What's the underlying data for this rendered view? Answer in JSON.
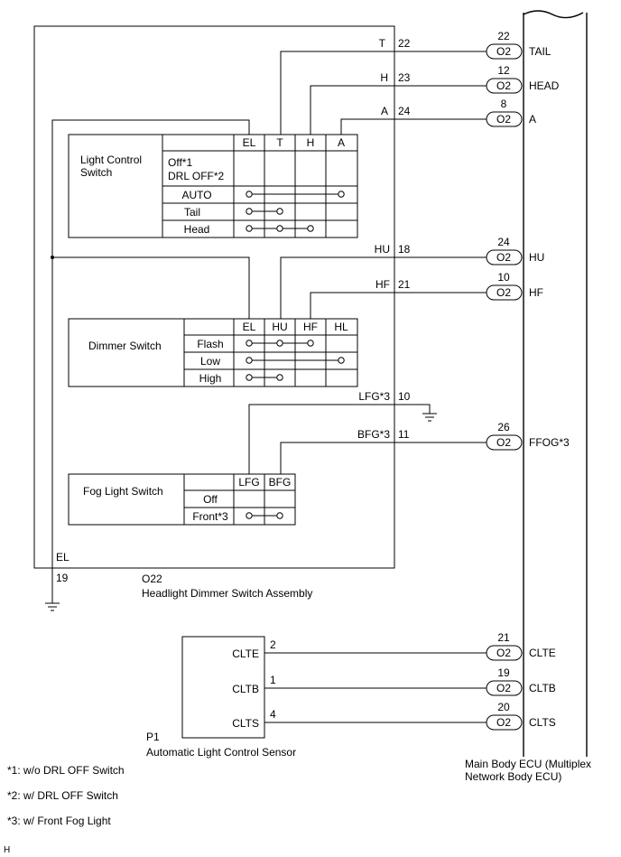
{
  "assembly": {
    "code": "O22",
    "name": "Headlight Dimmer Switch Assembly",
    "pins": [
      {
        "label": "T",
        "num": "22"
      },
      {
        "label": "H",
        "num": "23"
      },
      {
        "label": "A",
        "num": "24"
      },
      {
        "label": "HU",
        "num": "18"
      },
      {
        "label": "HF",
        "num": "21"
      },
      {
        "label": "LFG*3",
        "num": "10"
      },
      {
        "label": "BFG*3",
        "num": "11"
      },
      {
        "label": "EL",
        "num": "19"
      }
    ]
  },
  "light_control": {
    "title_1": "Light Control",
    "title_2": "Switch",
    "columns": [
      "EL",
      "T",
      "H",
      "A"
    ],
    "row_off_1": "Off*1",
    "row_off_2": "DRL OFF*2",
    "rows": [
      "AUTO",
      "Tail",
      "Head"
    ]
  },
  "dimmer": {
    "title": "Dimmer Switch",
    "columns": [
      "EL",
      "HU",
      "HF",
      "HL"
    ],
    "rows": [
      "Flash",
      "Low",
      "High"
    ]
  },
  "fog": {
    "title": "Fog Light Switch",
    "columns": [
      "LFG",
      "BFG"
    ],
    "rows": [
      "Off",
      "Front*3"
    ]
  },
  "sensor": {
    "code": "P1",
    "name": "Automatic Light Control Sensor",
    "pins": [
      {
        "label": "CLTE",
        "num": "2"
      },
      {
        "label": "CLTB",
        "num": "1"
      },
      {
        "label": "CLTS",
        "num": "4"
      }
    ]
  },
  "ecu": {
    "name_1": "Main Body ECU (Multiplex",
    "name_2": "Network Body ECU)",
    "connectors": [
      {
        "pin": "22",
        "conn": "O2",
        "signal": "TAIL"
      },
      {
        "pin": "12",
        "conn": "O2",
        "signal": "HEAD"
      },
      {
        "pin": "8",
        "conn": "O2",
        "signal": "A"
      },
      {
        "pin": "24",
        "conn": "O2",
        "signal": "HU"
      },
      {
        "pin": "10",
        "conn": "O2",
        "signal": "HF"
      },
      {
        "pin": "26",
        "conn": "O2",
        "signal": "FFOG*3"
      },
      {
        "pin": "21",
        "conn": "O2",
        "signal": "CLTE"
      },
      {
        "pin": "19",
        "conn": "O2",
        "signal": "CLTB"
      },
      {
        "pin": "20",
        "conn": "O2",
        "signal": "CLTS"
      }
    ]
  },
  "notes": [
    "*1: w/o DRL OFF Switch",
    "*2: w/ DRL OFF Switch",
    "*3: w/ Front Fog Light"
  ],
  "footer_mark": "H"
}
